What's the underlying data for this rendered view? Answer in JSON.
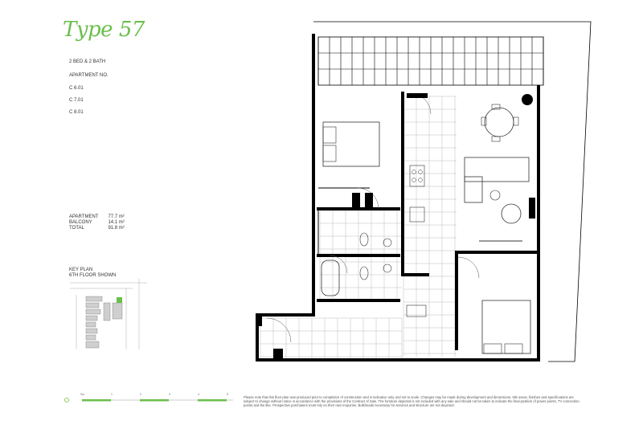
{
  "header": {
    "title": "Type 57"
  },
  "unit": {
    "configuration": "2 BED  & 2 BATH",
    "apartment_no_label": "APARTMENT NO.",
    "apartments": [
      "C 6.01",
      "C 7.01",
      "C 8.01"
    ]
  },
  "areas": [
    {
      "label": "APARTMENT",
      "value": "77.7 m²"
    },
    {
      "label": "BALCONY",
      "value": "14.1 m²"
    },
    {
      "label": "TOTAL",
      "value": "91.8 m²"
    }
  ],
  "key_plan": {
    "label": "KEY PLAN",
    "floor_note": "6TH FLOOR  SHOWN"
  },
  "scale_bar": {
    "start_label": "0m",
    "ticks": [
      "1",
      "2",
      "3",
      "4",
      "5"
    ],
    "color": "#6abf4b"
  },
  "disclaimer": "Please note that this floor plan was produced prior to completion of construction and is indicative only and not to scale. Changes may be made during development and dimensions, title areas, finishes and specifications are subject to change without notice in accordance with the provisions of the Contract of Sale. The furniture depicted is not included with any sale and should not be taken to indicate the final position of power points, TV connection points and the like. Prospective purchasers must rely on their own enquiries. Bulkheads necessary for services and structure are not depicted.",
  "colors": {
    "accent": "#6abf4b",
    "wall": "#000000",
    "grid": "#b5b5b5"
  }
}
